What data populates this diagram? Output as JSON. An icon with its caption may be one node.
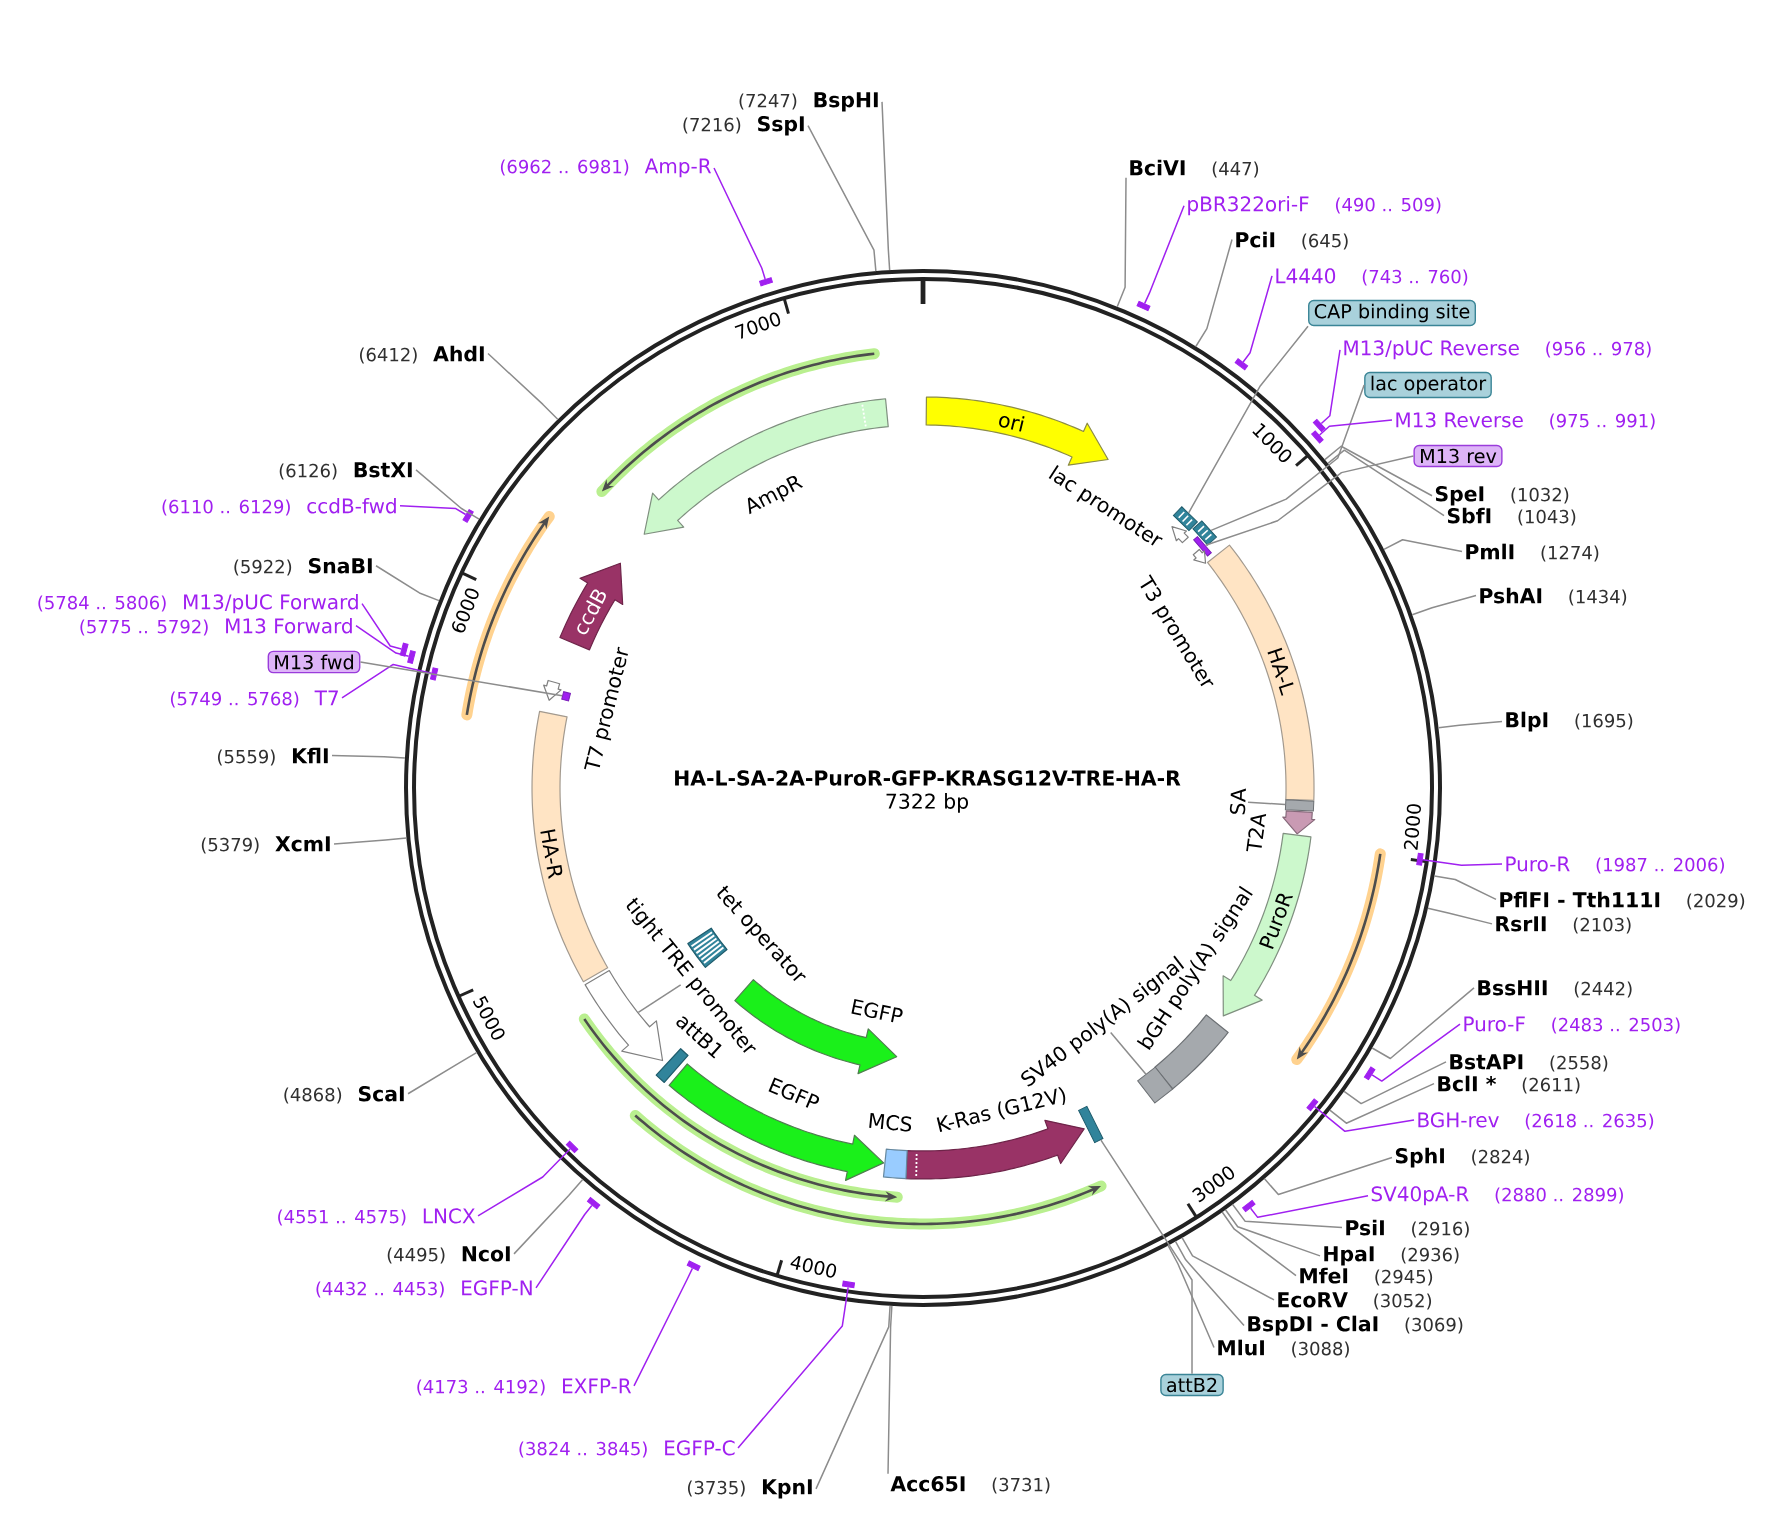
{
  "diagram": {
    "title": "HA-L-SA-2A-PuroR-GFP-KRASG12V-TRE-HA-R",
    "nodes": [
      {
        "text": [
          "BciVI",
          "(447)"
        ]
      },
      {
        "text": [
          "pBR322ori-F",
          "(490 .. 509)"
        ]
      },
      {
        "text": [
          "PciI",
          "(645)"
        ]
      },
      {
        "text": [
          "L4440",
          "(743 .. 760)"
        ]
      },
      {
        "text": [
          "CAP binding site"
        ]
      },
      {
        "text": [
          "M13/pUC Reverse",
          "(956 .. 978)"
        ]
      },
      {
        "text": [
          "lac operator"
        ]
      },
      {
        "text": [
          "M13 Reverse",
          "(975 .. 991)"
        ]
      },
      {
        "text": [
          "M13 rev"
        ]
      },
      {
        "text": [
          "SpeI",
          "(1032)"
        ]
      },
      {
        "text": [
          "SbfI",
          "(1043)"
        ]
      },
      {
        "text": [
          "PmlI",
          "(1274)"
        ]
      },
      {
        "text": [
          "PshAI",
          "(1434)"
        ]
      },
      {
        "text": [
          "BlpI",
          "(1695)"
        ]
      },
      {
        "text": [
          "Puro-R",
          "(1987 .. 2006)"
        ]
      },
      {
        "text": [
          "PflFI - Tth111I",
          "(2029)"
        ]
      },
      {
        "text": [
          "RsrII",
          "(2103)"
        ]
      },
      {
        "text": [
          "BssHII",
          "(2442)"
        ]
      },
      {
        "text": [
          "Puro-F",
          "(2483 .. 2503)"
        ]
      },
      {
        "text": [
          "BstAPI",
          "(2558)"
        ]
      },
      {
        "text": [
          "BclI *",
          "(2611)"
        ]
      },
      {
        "text": [
          "BGH-rev",
          "(2618 .. 2635)"
        ]
      },
      {
        "text": [
          "SphI",
          "(2824)"
        ]
      },
      {
        "text": [
          "SV40pA-R",
          "(2880 .. 2899)"
        ]
      },
      {
        "text": [
          "PsiI",
          "(2916)"
        ]
      },
      {
        "text": [
          "HpaI",
          "(2936)"
        ]
      },
      {
        "text": [
          "MfeI",
          "(2945)"
        ]
      },
      {
        "text": [
          "EcoRV",
          "(3052)"
        ]
      },
      {
        "text": [
          "BspDI - ClaI",
          "(3069)"
        ]
      },
      {
        "text": [
          "MluI",
          "(3088)"
        ]
      },
      {
        "text": [
          "attB2"
        ]
      },
      {
        "text": [
          "Acc65I",
          "(3731)"
        ]
      },
      {
        "text": [
          "(3735)",
          "KpnI"
        ]
      },
      {
        "text": [
          "(3824 .. 3845)",
          "EGFP-C"
        ]
      },
      {
        "text": [
          "(4173 .. 4192)",
          "EXFP-R"
        ]
      },
      {
        "text": [
          "(4432 .. 4453)",
          "EGFP-N"
        ]
      },
      {
        "text": [
          "(4495)",
          "NcoI"
        ]
      },
      {
        "text": [
          "(4551 .. 4575)",
          "LNCX"
        ]
      },
      {
        "text": [
          "(4868)",
          "ScaI"
        ]
      },
      {
        "text": [
          "(5379)",
          "XcmI"
        ]
      },
      {
        "text": [
          "(5559)",
          "KflI"
        ]
      },
      {
        "text": [
          "(5749 .. 5768)",
          "T7"
        ]
      },
      {
        "text": [
          "M13 fwd"
        ]
      },
      {
        "text": [
          "(5775 .. 5792)",
          "M13 Forward"
        ]
      },
      {
        "text": [
          "(5784 .. 5806)",
          "M13/pUC Forward"
        ]
      },
      {
        "text": [
          "(5922)",
          "SnaBI"
        ]
      },
      {
        "text": [
          "(6110 .. 6129)",
          "ccdB-fwd"
        ]
      },
      {
        "text": [
          "(6126)",
          "BstXI"
        ]
      },
      {
        "text": [
          "(6412)",
          "AhdI"
        ]
      },
      {
        "text": [
          "(6962 .. 6981)",
          "Amp-R"
        ]
      },
      {
        "text": [
          "(7216)",
          "SspI"
        ]
      },
      {
        "text": [
          "(7247)",
          "BspHI"
        ]
      },
      {
        "text": [],
        "shape": "circle"
      },
      {
        "text": [
          "ori"
        ],
        "in": 52
      },
      {
        "text": [
          "lac promoter"
        ],
        "in": 52
      },
      {
        "text": [],
        "shape": "box",
        "in": 52
      },
      {
        "text": [],
        "shape": "box",
        "in": 52
      },
      {
        "text": [],
        "shape": "box",
        "in": 52
      },
      {
        "text": [
          "T3 promoter"
        ],
        "in": 52
      },
      {
        "text": [
          "HA-L"
        ],
        "in": 52
      },
      {
        "text": [
          "SA"
        ],
        "in": 52
      },
      {
        "text": [],
        "shape": "bar",
        "in": 52
      },
      {
        "text": [
          "T2A"
        ],
        "in": 52
      },
      {
        "text": [
          "PuroR"
        ],
        "in": 52
      },
      {
        "text": [
          "bGH poly(A) signal"
        ],
        "in": 52
      },
      {
        "text": [
          "SV40 poly(A) signal"
        ],
        "in": 52
      },
      {
        "text": [],
        "shape": "box",
        "in": 52
      },
      {
        "text": [],
        "shape": "box",
        "in": 52
      },
      {
        "text": [
          "K-Ras (G12V)"
        ],
        "in": 52
      },
      {
        "text": [
          "MCS"
        ],
        "in": 52
      },
      {
        "text": [
          "EGFP"
        ],
        "in": 52
      },
      {
        "text": [
          "attB1"
        ],
        "in": 52
      },
      {
        "text": [
          "EGFP"
        ],
        "in": 52
      },
      {
        "text": [
          "tet operator"
        ],
        "in": 52
      },
      {
        "text": [
          "tight TRE promoter"
        ],
        "in": 52
      },
      {
        "text": [],
        "shape": "arrow",
        "in": 52
      },
      {
        "text": [
          "HA-R"
        ],
        "in": 52
      },
      {
        "text": [
          "T7 promoter"
        ],
        "in": 52
      },
      {
        "text": [],
        "shape": "box",
        "in": 52
      },
      {
        "text": [
          "ccdB"
        ],
        "in": 52
      },
      {
        "text": [
          "AmpR"
        ],
        "in": 52
      },
      {
        "text": [],
        "shape": "bar"
      },
      {
        "text": [],
        "shape": "bar"
      },
      {
        "text": [],
        "shape": "bar"
      },
      {
        "text": [],
        "shape": "bar"
      },
      {
        "text": [],
        "shape": "bar",
        "in": 52
      },
      {
        "text": [],
        "shape": "bar"
      },
      {
        "text": [],
        "shape": "bar",
        "in": 52
      },
      {
        "text": [],
        "shape": "bar"
      },
      {
        "text": [],
        "shape": "bar",
        "in": 52
      },
      {
        "text": [],
        "shape": "bar"
      },
      {
        "text": [],
        "shape": "bar"
      },
      {
        "text": [],
        "shape": "bar",
        "in": 52
      },
      {
        "text": [],
        "shape": "bar",
        "in": 52
      },
      {
        "text": [],
        "shape": "bar"
      },
      {
        "text": [],
        "shape": "bar"
      },
      {
        "text": [],
        "shape": "bar"
      },
      {
        "text": [],
        "shape": "bar"
      }
    ],
    "edges": [
      {
        "from": 0,
        "to": 52,
        "arrow": "none"
      },
      {
        "from": 1,
        "to": 81,
        "arrow": "none",
        "color": "#a020f0"
      },
      {
        "from": 2,
        "to": 52,
        "arrow": "none"
      },
      {
        "from": 3,
        "to": 82,
        "arrow": "none",
        "color": "#a020f0"
      },
      {
        "from": 4,
        "to": 55,
        "arrow": "none"
      },
      {
        "from": 5,
        "to": 83,
        "arrow": "none",
        "color": "#a020f0"
      },
      {
        "from": 6,
        "to": 56,
        "arrow": "none"
      },
      {
        "from": 7,
        "to": 84,
        "arrow": "none",
        "color": "#a020f0"
      },
      {
        "from": 8,
        "to": 57,
        "arrow": "none"
      },
      {
        "from": 9,
        "to": 52,
        "arrow": "none"
      },
      {
        "from": 10,
        "to": 52,
        "arrow": "none"
      },
      {
        "from": 11,
        "to": 52,
        "arrow": "none"
      },
      {
        "from": 12,
        "to": 52,
        "arrow": "none"
      },
      {
        "from": 13,
        "to": 52,
        "arrow": "none"
      },
      {
        "from": 14,
        "to": 85,
        "arrow": "none",
        "color": "#a020f0"
      },
      {
        "from": 15,
        "to": 52,
        "arrow": "none"
      },
      {
        "from": 16,
        "to": 52,
        "arrow": "none"
      },
      {
        "from": 17,
        "to": 52,
        "arrow": "none"
      },
      {
        "from": 18,
        "to": 86,
        "arrow": "none",
        "color": "#a020f0"
      },
      {
        "from": 19,
        "to": 52,
        "arrow": "none"
      },
      {
        "from": 20,
        "to": 52,
        "arrow": "none"
      },
      {
        "from": 21,
        "to": 87,
        "arrow": "none",
        "color": "#a020f0"
      },
      {
        "from": 22,
        "to": 52,
        "arrow": "none"
      },
      {
        "from": 23,
        "to": 88,
        "arrow": "none",
        "color": "#a020f0"
      },
      {
        "from": 24,
        "to": 52,
        "arrow": "none"
      },
      {
        "from": 25,
        "to": 52,
        "arrow": "none"
      },
      {
        "from": 26,
        "to": 52,
        "arrow": "none"
      },
      {
        "from": 27,
        "to": 52,
        "arrow": "none"
      },
      {
        "from": 28,
        "to": 52,
        "arrow": "none"
      },
      {
        "from": 29,
        "to": 52,
        "arrow": "none"
      },
      {
        "from": 30,
        "to": 67,
        "arrow": "none"
      },
      {
        "from": 31,
        "to": 52,
        "arrow": "none"
      },
      {
        "from": 32,
        "to": 52,
        "arrow": "none"
      },
      {
        "from": 33,
        "to": 89,
        "arrow": "none",
        "color": "#a020f0"
      },
      {
        "from": 34,
        "to": 90,
        "arrow": "none",
        "color": "#a020f0"
      },
      {
        "from": 35,
        "to": 91,
        "arrow": "none",
        "color": "#a020f0"
      },
      {
        "from": 36,
        "to": 52,
        "arrow": "none"
      },
      {
        "from": 37,
        "to": 92,
        "arrow": "none",
        "color": "#a020f0"
      },
      {
        "from": 38,
        "to": 52,
        "arrow": "none"
      },
      {
        "from": 39,
        "to": 52,
        "arrow": "none"
      },
      {
        "from": 40,
        "to": 52,
        "arrow": "none"
      },
      {
        "from": 41,
        "to": 93,
        "arrow": "none",
        "color": "#a020f0"
      },
      {
        "from": 42,
        "to": 78,
        "arrow": "none"
      },
      {
        "from": 43,
        "to": 94,
        "arrow": "none",
        "color": "#a020f0"
      },
      {
        "from": 44,
        "to": 95,
        "arrow": "none",
        "color": "#a020f0"
      },
      {
        "from": 45,
        "to": 52,
        "arrow": "none"
      },
      {
        "from": 46,
        "to": 96,
        "arrow": "none",
        "color": "#a020f0"
      },
      {
        "from": 47,
        "to": 52,
        "arrow": "none"
      },
      {
        "from": 48,
        "to": 52,
        "arrow": "none"
      },
      {
        "from": 49,
        "to": 97,
        "arrow": "none",
        "color": "#a020f0"
      },
      {
        "from": 50,
        "to": 52,
        "arrow": "none"
      },
      {
        "from": 51,
        "to": 52,
        "arrow": "none"
      },
      {
        "from": 60,
        "to": 61,
        "arrow": "none"
      },
      {
        "from": 65,
        "to": 66,
        "arrow": "none"
      },
      {
        "from": 74,
        "to": 75,
        "arrow": "none"
      }
    ],
    "labels": [
      "7322 bp",
      "1000",
      "2000",
      "3000",
      "4000",
      "5000",
      "6000",
      "7000"
    ]
  }
}
